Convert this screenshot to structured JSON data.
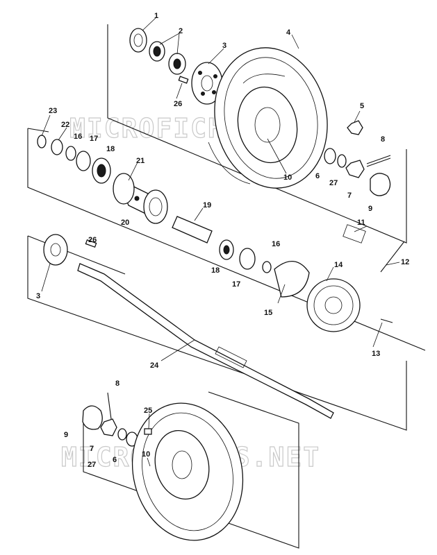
{
  "callouts": {
    "c1": "1",
    "c2": "2",
    "c3a": "3",
    "c4": "4",
    "c5": "5",
    "c6a": "6",
    "c27a": "27",
    "c7a": "7",
    "c8a": "8",
    "c9a": "9",
    "c10a": "10",
    "c11": "11",
    "c12": "12",
    "c13": "13",
    "c14": "14",
    "c15": "15",
    "c16a": "16",
    "c17a": "17",
    "c18a": "18",
    "c19": "19",
    "c20": "20",
    "c21": "21",
    "c22": "22",
    "c23": "23",
    "c16b": "16",
    "c17b": "17",
    "c18b": "18",
    "c26a": "26",
    "c26b": "26",
    "c3b": "3",
    "c24": "24",
    "c25": "25",
    "c8b": "8",
    "c9b": "9",
    "c7b": "7",
    "c27b": "27",
    "c6b": "6",
    "c10b": "10"
  },
  "watermarks": {
    "top": "MICROFICHES.NET",
    "bottom": "MICROFICHES.NET"
  }
}
